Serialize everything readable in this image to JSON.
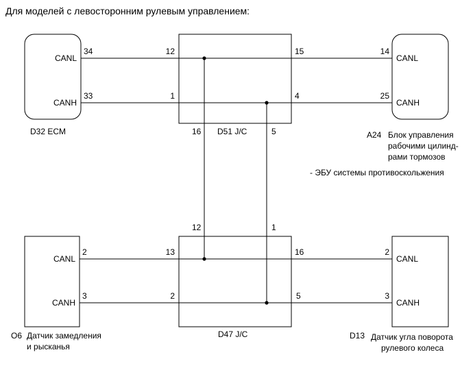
{
  "title": "Для моделей с левосторонним рулевым управлением:",
  "ecu_d32": {
    "name": "D32 ECM",
    "canl": "CANL",
    "canh": "CANH",
    "pin_canl": "34",
    "pin_canh": "33"
  },
  "jc_d51": {
    "name": "D51 J/C",
    "pin_12": "12",
    "pin_1": "1",
    "pin_16": "16",
    "pin_15": "15",
    "pin_4": "4",
    "pin_5": "5"
  },
  "ecu_a24": {
    "code": "A24",
    "name_line1": "Блок управления",
    "name_line2": "рабочими цилинд-",
    "name_line3": "рами тормозов",
    "note": "- ЭБУ системы противоскольжения",
    "canl": "CANL",
    "canh": "CANH",
    "pin_canl": "14",
    "pin_canh": "25"
  },
  "jc_d47": {
    "name": "D47 J/C",
    "pin_12": "12",
    "pin_1": "1",
    "pin_13": "13",
    "pin_2": "2",
    "pin_16": "16",
    "pin_5": "5"
  },
  "sensor_o6": {
    "code": "O6",
    "name_line1": "Датчик замедления",
    "name_line2": "и рысканья",
    "canl": "CANL",
    "canh": "CANH",
    "pin_canl": "2",
    "pin_canh": "3"
  },
  "sensor_d13": {
    "code": "D13",
    "name_line1": "Датчик угла поворота",
    "name_line2": "рулевого колеса",
    "canl": "CANL",
    "canh": "CANH",
    "pin_canl": "2",
    "pin_canh": "3"
  }
}
